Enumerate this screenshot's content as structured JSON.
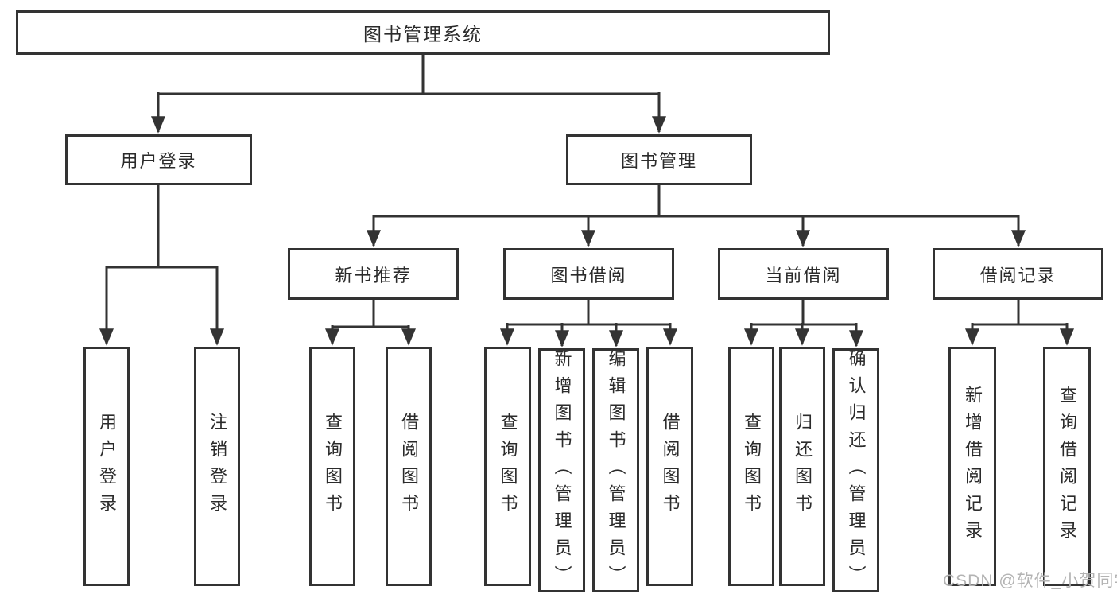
{
  "diagram": {
    "root": {
      "label": "图书管理系统"
    },
    "branches": [
      {
        "label": "用户登录",
        "children": [
          {
            "label": "用户登录"
          },
          {
            "label": "注销登录"
          }
        ]
      },
      {
        "label": "图书管理",
        "sections": [
          {
            "label": "新书推荐",
            "children": [
              {
                "label": "查询图书"
              },
              {
                "label": "借阅图书"
              }
            ]
          },
          {
            "label": "图书借阅",
            "children": [
              {
                "label": "查询图书"
              },
              {
                "label": "新增图书（管理员）"
              },
              {
                "label": "编辑图书（管理员）"
              },
              {
                "label": "借阅图书"
              }
            ]
          },
          {
            "label": "当前借阅",
            "children": [
              {
                "label": "查询图书"
              },
              {
                "label": "归还图书"
              },
              {
                "label": "确认归还（管理员）"
              }
            ]
          },
          {
            "label": "借阅记录",
            "children": [
              {
                "label": "新增借阅记录"
              },
              {
                "label": "查询借阅记录"
              }
            ]
          }
        ]
      }
    ]
  },
  "watermark": {
    "text": "CSDN @软件_小贺同学"
  },
  "colors": {
    "line": "#333333",
    "box_border": "#333333",
    "text": "#2b2b2b",
    "watermark": "#b3b3b3",
    "background": "#ffffff"
  }
}
